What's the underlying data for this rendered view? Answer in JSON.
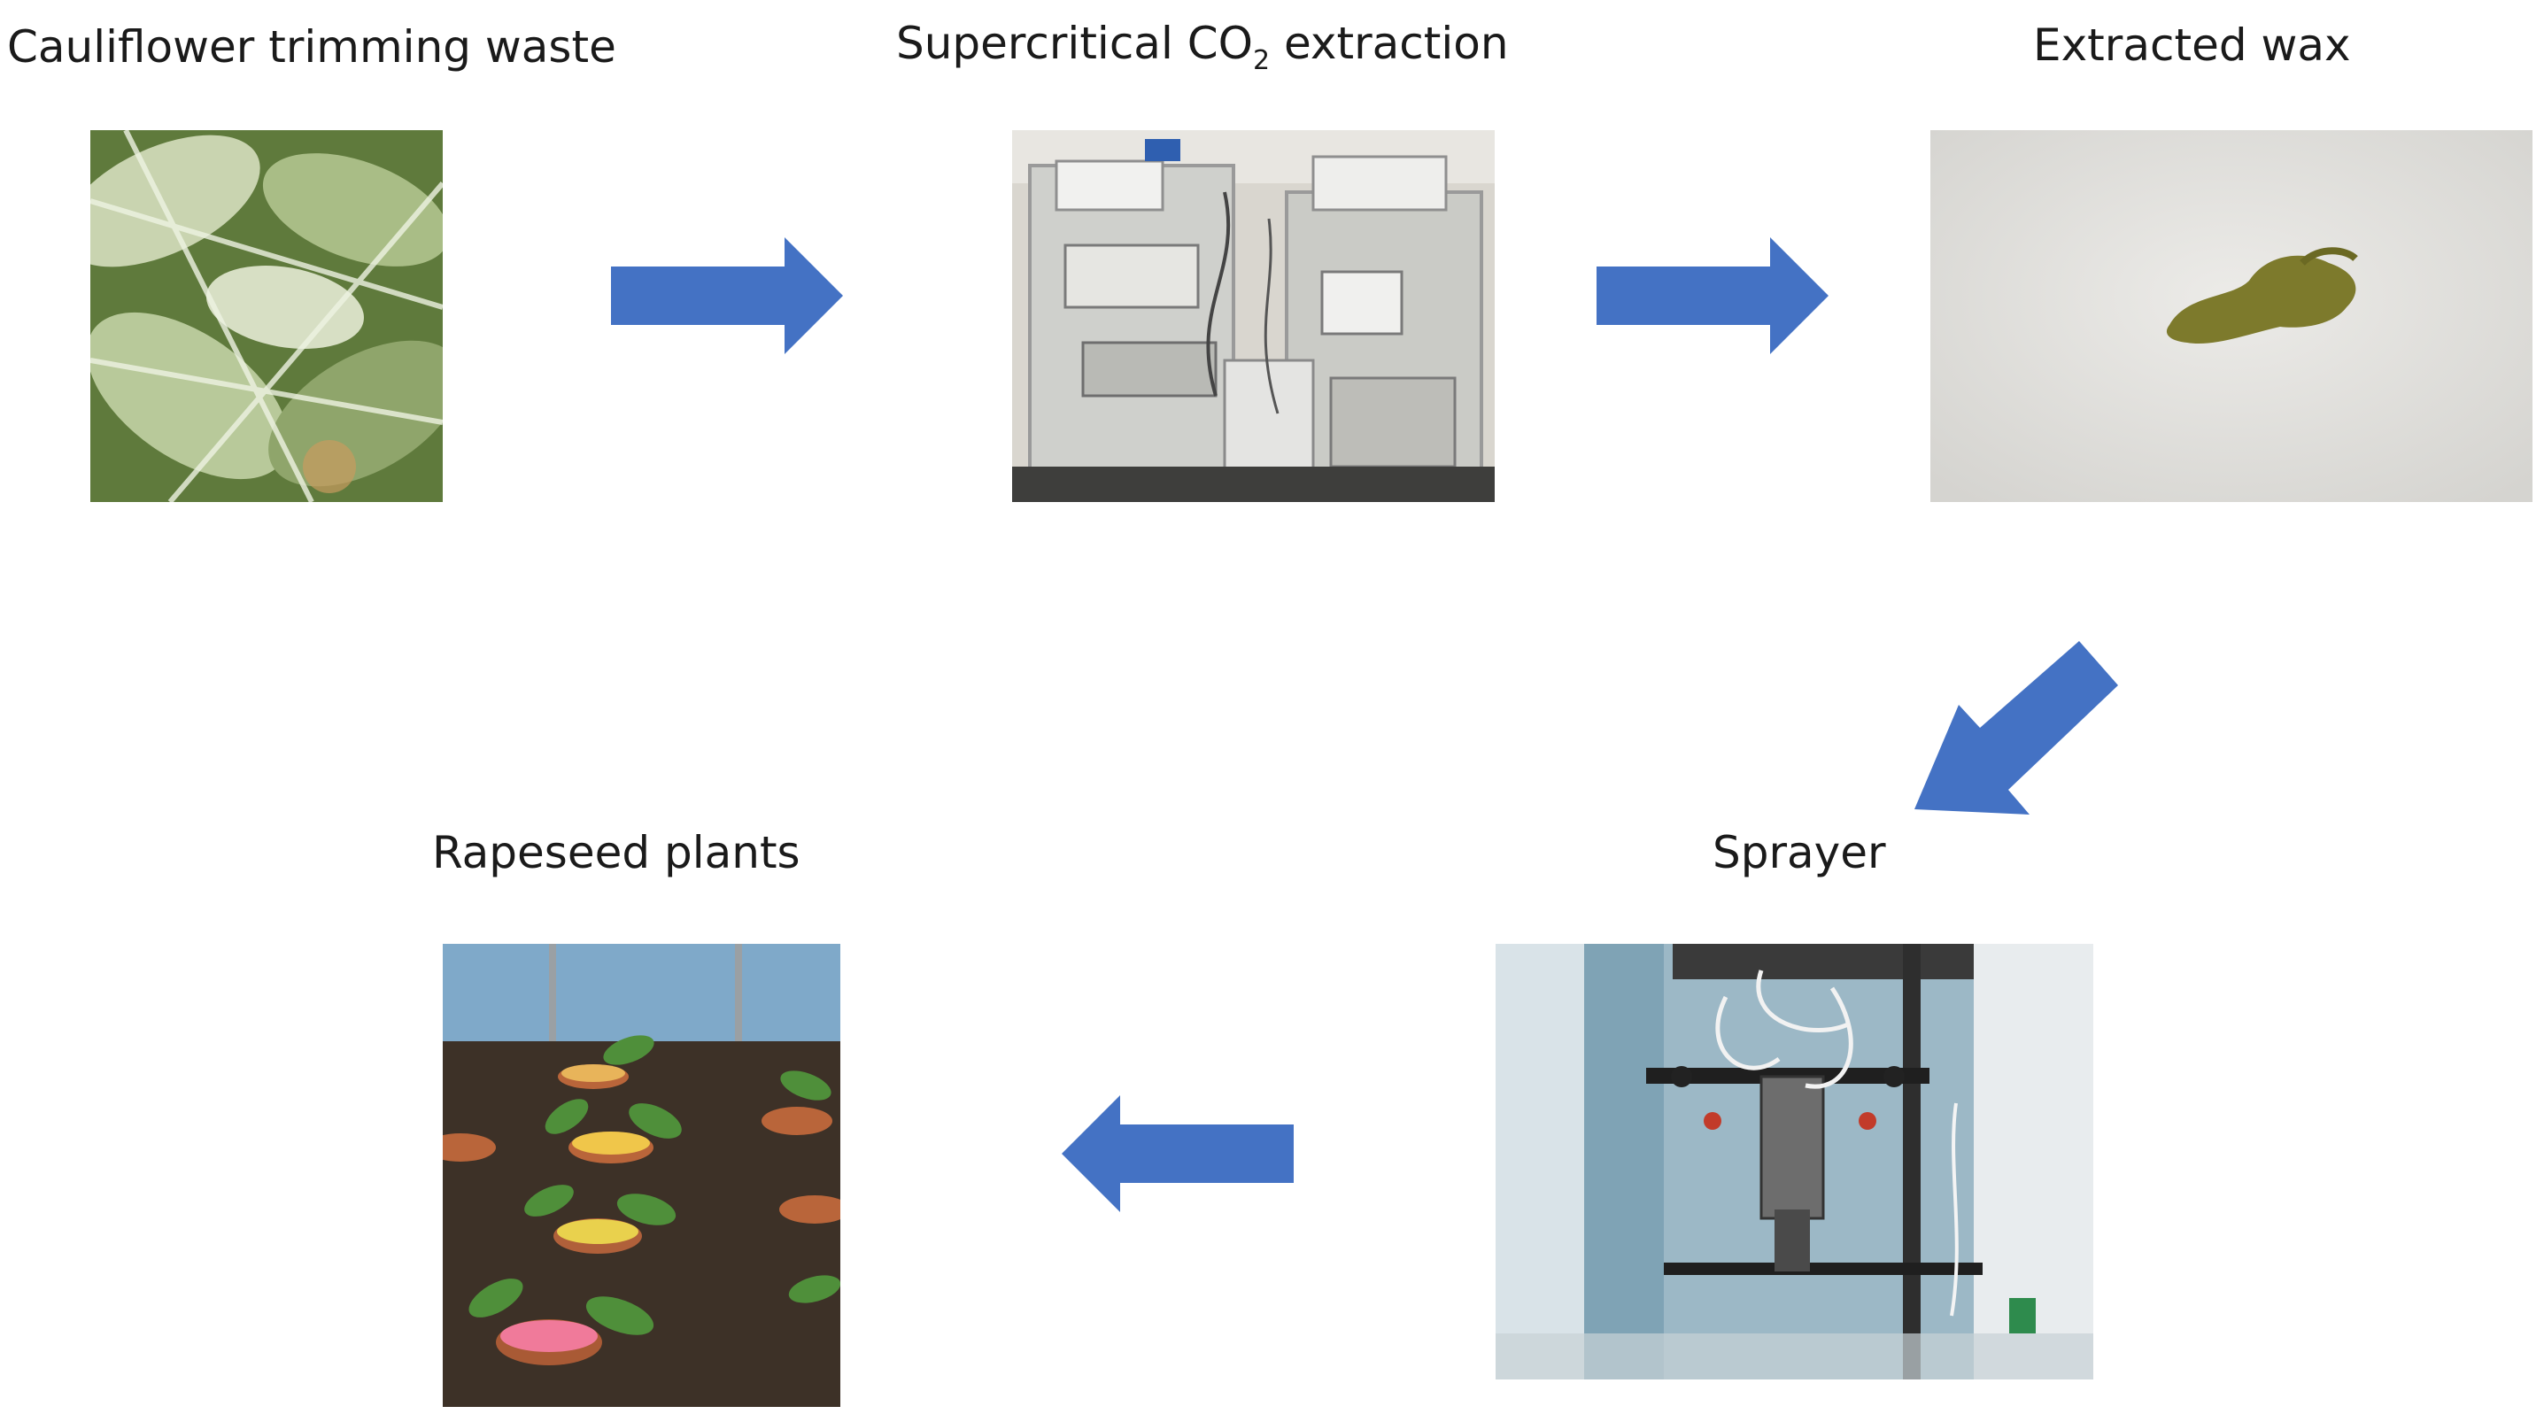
{
  "steps": [
    {
      "id": "cauliflower",
      "label": "Cauliflower trimming waste"
    },
    {
      "id": "extraction",
      "label_main": "Supercritical CO",
      "label_sub": "2",
      "label_tail": " extraction"
    },
    {
      "id": "wax",
      "label": "Extracted wax"
    },
    {
      "id": "sprayer",
      "label": "Sprayer"
    },
    {
      "id": "rapeseed",
      "label": "Rapeseed plants"
    }
  ],
  "colors": {
    "arrow": "#4472C4",
    "text": "#1a1a1a"
  }
}
